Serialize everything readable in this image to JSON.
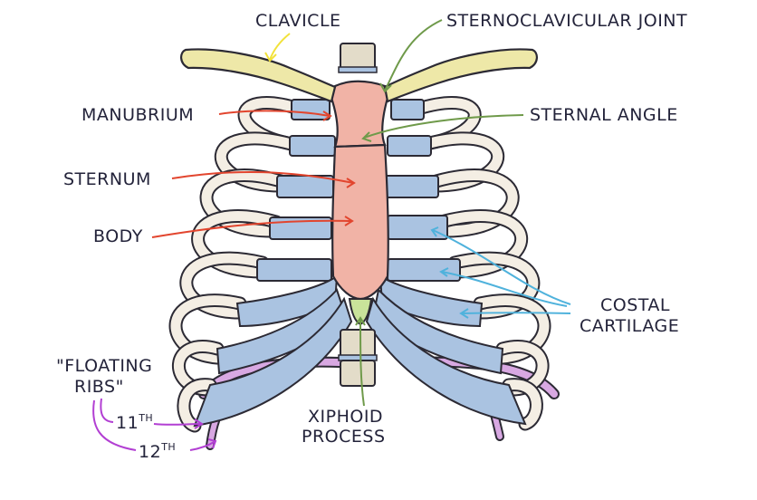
{
  "labels": {
    "clavicle": "CLAVICLE",
    "sternoclavicular_joint": "STERNOCLAVICULAR JOINT",
    "manubrium": "MANUBRIUM",
    "sternal_angle": "STERNAL ANGLE",
    "sternum": "STERNUM",
    "body": "BODY",
    "costal_line1": "COSTAL",
    "costal_line2": "CARTILAGE",
    "floating_line1": "\"FLOATING",
    "floating_line2": "RIBS\"",
    "rib11_num": "11",
    "rib11_sup": "TH",
    "rib12_num": "12",
    "rib12_sup": "TH",
    "xiphoid_line1": "XIPHOID",
    "xiphoid_line2": "PROCESS"
  },
  "colors": {
    "clavicle": "#eee8a8",
    "sternum": "#f1b3a6",
    "costal_cartilage": "#aac3e1",
    "bone": "#f4eee4",
    "floating_ribs": "#d8a8e2",
    "xiphoid": "#c9e39a",
    "arrow_yellow": "#f2e23a",
    "arrow_green": "#6f9a4a",
    "arrow_red": "#e2452e",
    "arrow_blue": "#4fb2dc",
    "arrow_purple": "#b23fd3",
    "ink": "#23233a"
  }
}
